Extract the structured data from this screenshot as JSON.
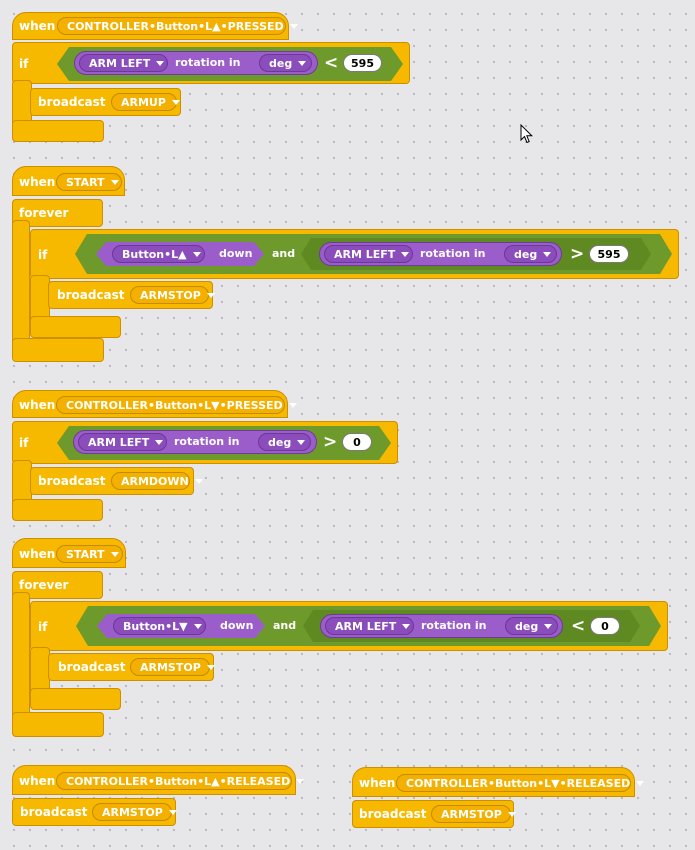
{
  "labels": {
    "when": "when",
    "if": "if",
    "broadcast": "broadcast",
    "forever": "forever",
    "rotation_in": "rotation in",
    "down": "down",
    "and": "and"
  },
  "scripts": [
    {
      "hat_event": "CONTROLLER•Button•L▲•PRESSED",
      "cond_motor": "ARM LEFT",
      "cond_unit": "deg",
      "cond_op": "<",
      "cond_value": "595",
      "message": "ARMUP"
    },
    {
      "hat_event": "START",
      "button": "Button•L▲",
      "cond_motor": "ARM LEFT",
      "cond_unit": "deg",
      "cond_op": ">",
      "cond_value": "595",
      "message": "ARMSTOP"
    },
    {
      "hat_event": "CONTROLLER•Button•L▼•PRESSED",
      "cond_motor": "ARM LEFT",
      "cond_unit": "deg",
      "cond_op": ">",
      "cond_value": "0",
      "message": "ARMDOWN"
    },
    {
      "hat_event": "START",
      "button": "Button•L▼",
      "cond_motor": "ARM LEFT",
      "cond_unit": "deg",
      "cond_op": "<",
      "cond_value": "0",
      "message": "ARMSTOP"
    },
    {
      "hat_event": "CONTROLLER•Button•L▲•RELEASED",
      "message": "ARMSTOP"
    },
    {
      "hat_event": "CONTROLLER•Button•L▼•RELEASED",
      "message": "ARMSTOP"
    }
  ],
  "colors": {
    "events": "#f7b800",
    "operators": "#6e9a2c",
    "sensing": "#9a5dc9",
    "canvas": "#e7e7ea"
  }
}
